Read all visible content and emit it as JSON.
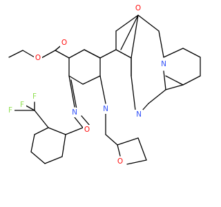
{
  "molecule": {
    "type": "chemical-structure",
    "colors": {
      "carbon_bond": "#000000",
      "oxygen": "#ff0d0d",
      "nitrogen": "#3050f8",
      "fluorine": "#90e050",
      "background": "#ffffff"
    },
    "atoms": [
      {
        "id": "O_ester_ether",
        "element": "O",
        "label": "O"
      },
      {
        "id": "O_ester_carbonyl",
        "element": "O",
        "label": "O"
      },
      {
        "id": "O_ring_ketone",
        "element": "O",
        "label": "O"
      },
      {
        "id": "N_ring_bridge",
        "element": "N",
        "label": "N"
      },
      {
        "id": "N_ring_fused",
        "element": "N",
        "label": "N"
      },
      {
        "id": "N_ring_1",
        "element": "N",
        "label": "N"
      },
      {
        "id": "N_imine",
        "element": "N",
        "label": "N"
      },
      {
        "id": "O_amide",
        "element": "O",
        "label": "O"
      },
      {
        "id": "O_thf",
        "element": "O",
        "label": "O"
      },
      {
        "id": "F_1",
        "element": "F",
        "label": "F"
      },
      {
        "id": "F_2",
        "element": "F",
        "label": "F"
      },
      {
        "id": "F_3",
        "element": "F",
        "label": "F"
      }
    ]
  }
}
